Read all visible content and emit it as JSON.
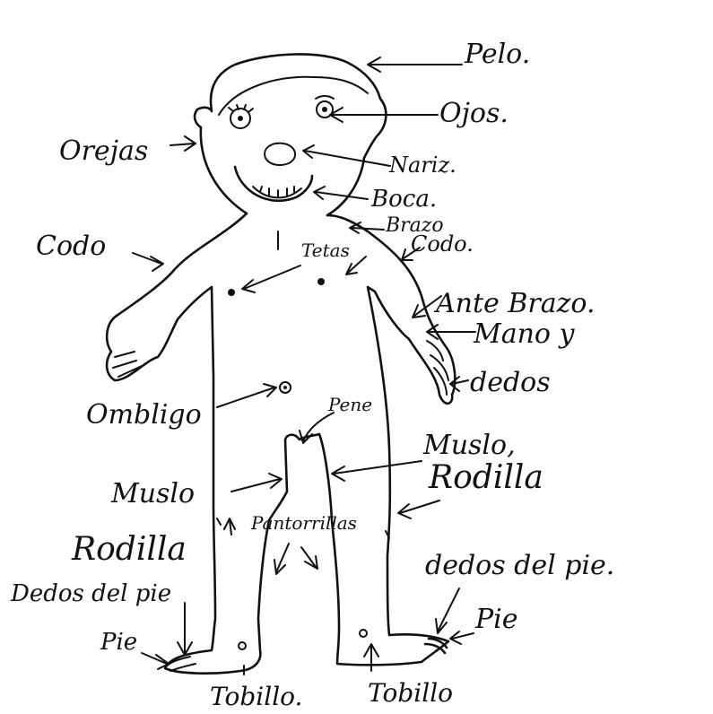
{
  "labels": {
    "pelo": "Pelo.",
    "ojos": "Ojos.",
    "orejas": "Orejas",
    "nariz": "Nariz.",
    "boca": "Boca.",
    "brazo": "Brazo",
    "codo_left": "Codo",
    "codo_right": "Codo.",
    "tetas": "Tetas",
    "antebrazo": "Ante Brazo.",
    "mano_y": "Mano y",
    "dedos": "dedos",
    "ombligo": "Ombligo",
    "pene": "Pene",
    "muslo_right": "Muslo,",
    "rodilla_right": "Rodilla",
    "muslo_left": "Muslo",
    "pantorrillas": "Pantorrillas",
    "rodilla_left": "Rodilla",
    "dedos_del_pie_right": "dedos del pie.",
    "dedos_del_pie_left": "Dedos del pie",
    "pie_right": "Pie",
    "pie_left": "Pie",
    "tobillo_left": "Tobillo.",
    "tobillo_right": "Tobillo"
  },
  "colors": {
    "ink": "#111111",
    "paper": "#ffffff"
  }
}
